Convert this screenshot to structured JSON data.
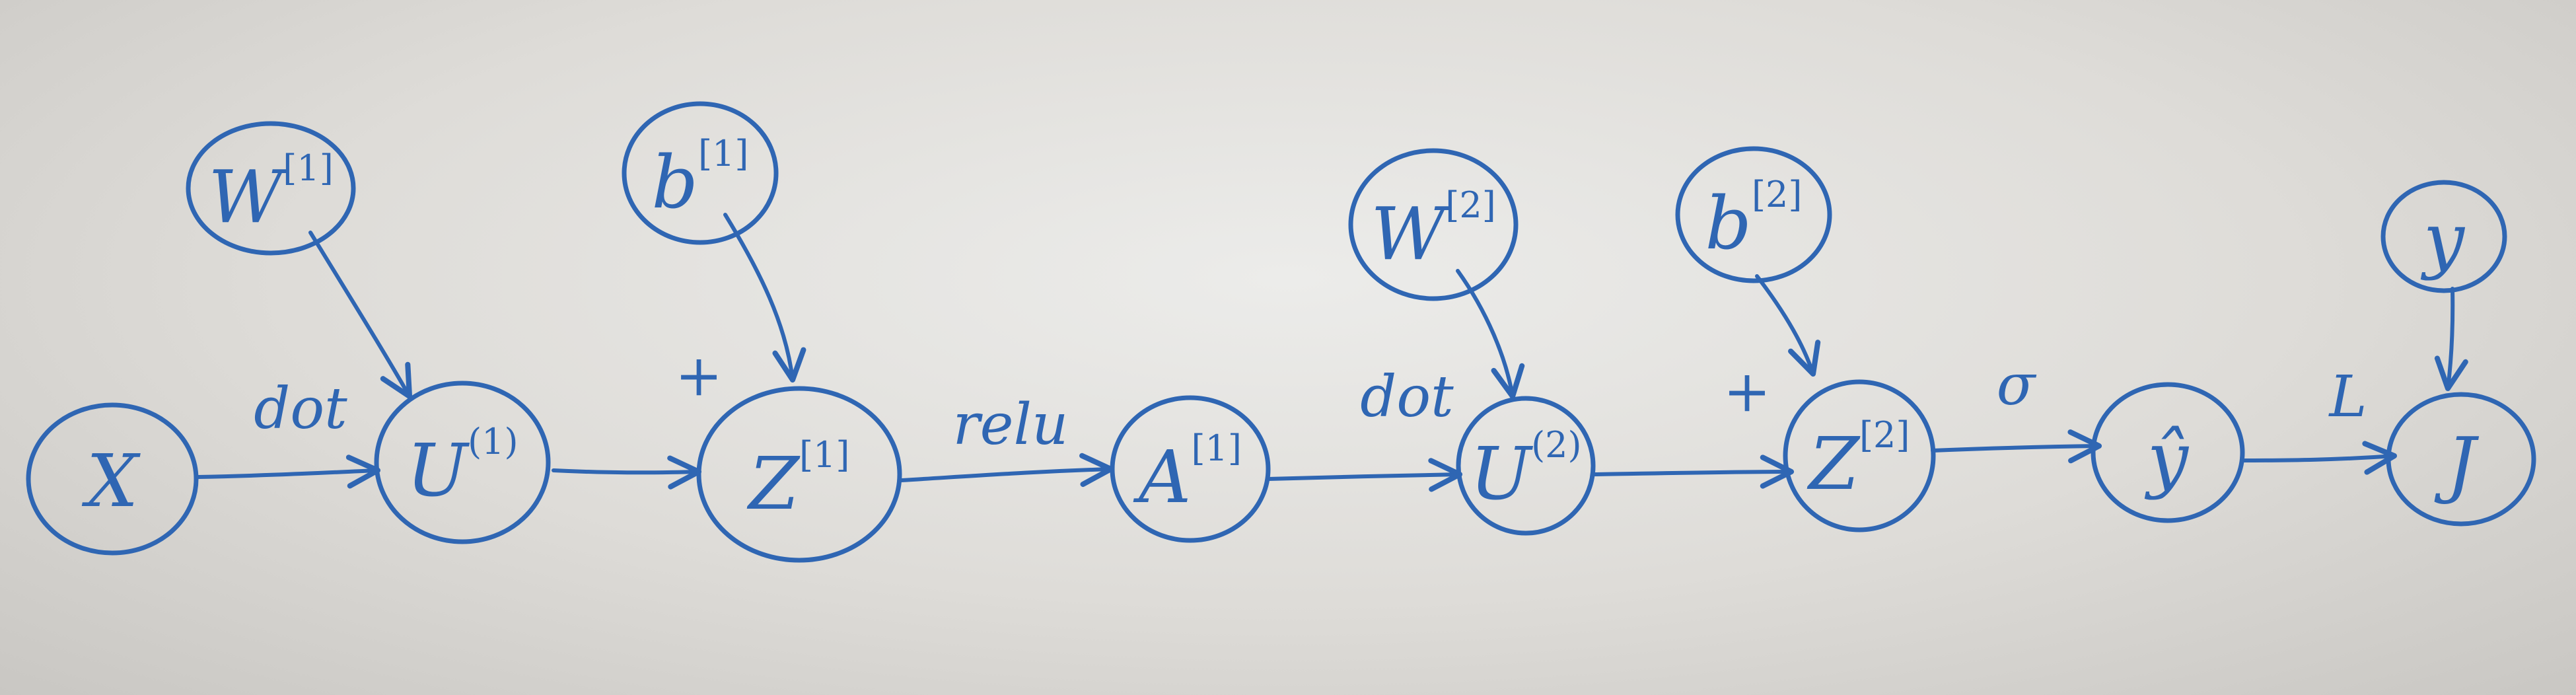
{
  "nodes": {
    "x": {
      "label": "X",
      "sup": ""
    },
    "u1": {
      "label": "U",
      "sup": "(1)"
    },
    "z1": {
      "label": "Z",
      "sup": "[1]"
    },
    "a1": {
      "label": "A",
      "sup": "[1]"
    },
    "u2": {
      "label": "U",
      "sup": "(2)"
    },
    "z2": {
      "label": "Z",
      "sup": "[2]"
    },
    "yhat": {
      "label": "ŷ",
      "sup": ""
    },
    "j": {
      "label": "J",
      "sup": ""
    },
    "w1": {
      "label": "W",
      "sup": "[1]"
    },
    "b1": {
      "label": "b",
      "sup": "[1]"
    },
    "w2": {
      "label": "W",
      "sup": "[2]"
    },
    "b2": {
      "label": "b",
      "sup": "[2]"
    },
    "y": {
      "label": "y",
      "sup": ""
    }
  },
  "operations": {
    "dot1": "dot",
    "plus1": "+",
    "relu": "relu",
    "dot2": "dot",
    "plus2": "+",
    "sigma": "σ",
    "loss": "L"
  },
  "colors": {
    "ink": "#2f66b3"
  }
}
